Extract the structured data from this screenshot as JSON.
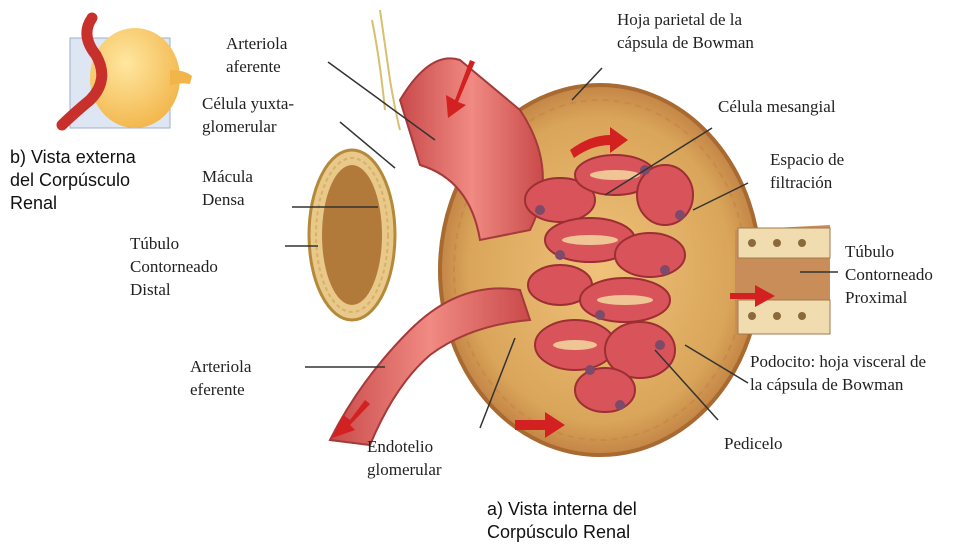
{
  "labels": {
    "arteriola_aferente": "Arteriola\naferente",
    "celula_yuxtaglomerular": "Célula yuxta-\nglomerular",
    "macula_densa": "Mácula\nDensa",
    "tubulo_distal": "Túbulo\nContorneado\nDistal",
    "arteriola_eferente": "Arteriola\neferente",
    "endotelio_glomerular": "Endotelio\nglomerular",
    "hoja_parietal": "Hoja parietal de la\ncápsula de Bowman",
    "celula_mesangial": "Célula mesangial",
    "espacio_filtracion": "Espacio de\nfiltración",
    "tubulo_proximal": "Túbulo\nContorneado\nProximal",
    "podocito": "Podocito: hoja visceral de\nla cápsula de Bowman",
    "pedicelo": "Pedicelo"
  },
  "captions": {
    "vista_externa": "b) Vista externa\ndel Corpúsculo\nRenal",
    "vista_interna": "a) Vista interna del\nCorpúsculo Renal"
  },
  "colors": {
    "capsule_fill": "#d9a55a",
    "capsule_edge": "#b8733a",
    "vessel": "#e06b6b",
    "vessel_dark": "#b9403f",
    "glomerulus": "#d9545a",
    "tubule": "#e8c98a",
    "arrow": "#d32020",
    "leader": "#333333"
  }
}
